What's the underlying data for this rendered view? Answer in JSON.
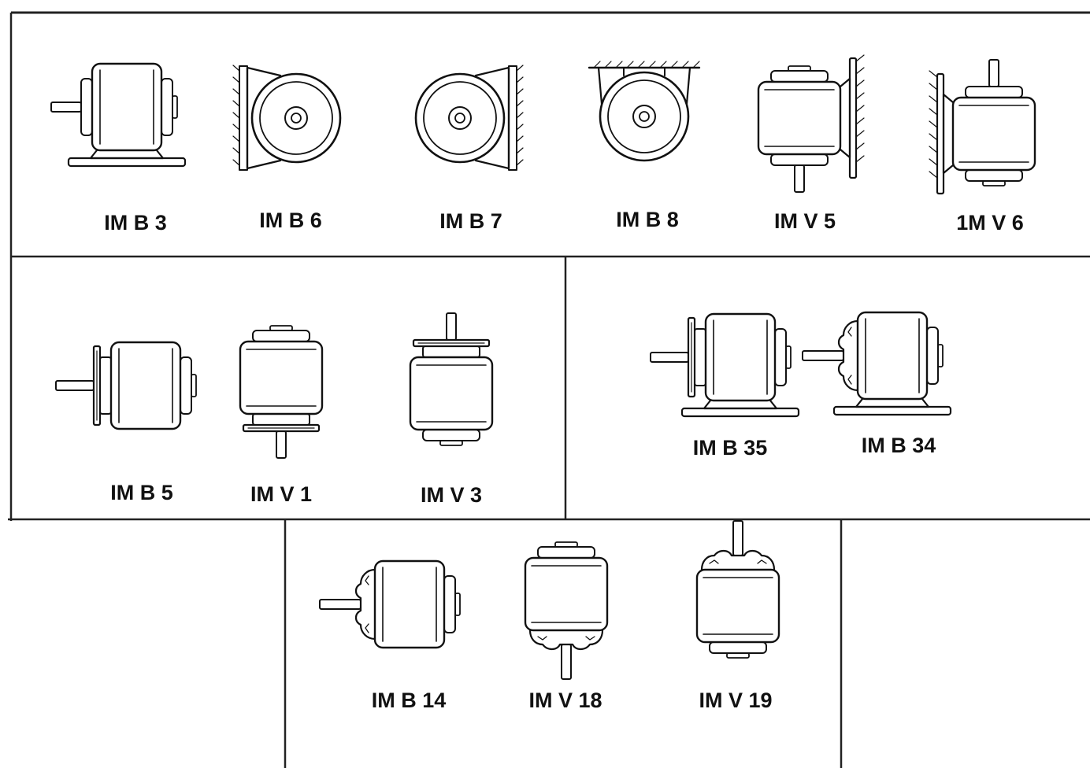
{
  "groups": [
    {
      "id": "top-row",
      "motors": [
        {
          "label": "IM B 3",
          "kind": "foot-h"
        },
        {
          "label": "IM B 6",
          "kind": "wall-r"
        },
        {
          "label": "IM B 7",
          "kind": "wall-l"
        },
        {
          "label": "IM B 8",
          "kind": "ceiling"
        },
        {
          "label": "IM V 5",
          "kind": "v-down-wall"
        },
        {
          "label": "1M V 6",
          "kind": "v-up-wall"
        }
      ]
    },
    {
      "id": "flange-group",
      "motors": [
        {
          "label": "IM B 5",
          "kind": "flange-h"
        },
        {
          "label": "IM V 1",
          "kind": "flange-v-down"
        },
        {
          "label": "IM V 3",
          "kind": "flange-v-up"
        }
      ]
    },
    {
      "id": "foot-flange-group",
      "motors": [
        {
          "label": "IM B 35",
          "kind": "foot-flange-h"
        },
        {
          "label": "IM B 34",
          "kind": "foot-face-h"
        }
      ]
    },
    {
      "id": "face-group",
      "motors": [
        {
          "label": "IM B 14",
          "kind": "face-h"
        },
        {
          "label": "IM V 18",
          "kind": "face-v-down"
        },
        {
          "label": "IM V 19",
          "kind": "face-v-up"
        }
      ]
    }
  ]
}
